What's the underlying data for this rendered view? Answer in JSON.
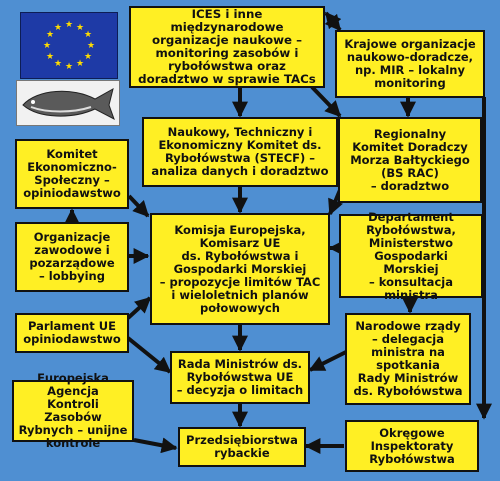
{
  "nodes": {
    "ices": "ICES i inne międzynarodowe\norganizacje naukowe –\nmonitoring zasobów i\nrybołówstwa oraz\ndoradztwo w sprawie TACs",
    "krajowe": "Krajowe organizacje\nnaukowo-doradcze,\nnp. MIR – lokalny\nmonitoring",
    "stecf": "Naukowy, Techniczny i\nEkonomiczny Komitet ds.\nRybołówstwa (STECF) –\nanaliza danych i doradztwo",
    "bsrac": "Regionalny\nKomitet Doradczy\nMorza Bałtyckiego\n(BS RAC)\n– doradztwo",
    "eksoc": "Komitet\nEkonomiczno-\nSpołeczny –\nopiniodawstwo",
    "komisja": "Komisja Europejska,\nKomisarz UE\nds. Rybołówstwa i\nGospodarki Morskiej\n– propozycje limitów TAC\ni wieloletnich planów\npołowowych",
    "organizacje": "Organizacje\nzawodowe i\npozarządowe\n– lobbying",
    "departament": "Departament\nRybołówstwa,\nMinisterstwo\nGospodarki Morskiej\n– konsultacja ministra",
    "parlament": "Parlament UE\nopiniodawstwo",
    "narodowe": "Narodowe rządy\n– delegacja\nministra na\nspotkania\nRady Ministrów\nds. Rybołówstwa",
    "rada": "Rada Ministrów ds.\nRybołówstwa UE\n– decyzja o limitach",
    "agencja": "Europejska Agencja\nKontroli Zasobów\nRybnych – unijne\nkontrole",
    "przedsiebiorstwa": "Przedsiębiorstwa\nrybackie",
    "okregowe": "Okręgowe\nInspektoraty\nRybołówstwa"
  },
  "colors": {
    "background": "#4f8fd2",
    "box_fill": "#ffef24",
    "box_border": "#111111",
    "arrow": "#111111",
    "flag_blue": "#1e3aa6",
    "flag_star": "#ffdd00"
  },
  "icons": [
    "eu-flag-icon",
    "fish-icon"
  ]
}
